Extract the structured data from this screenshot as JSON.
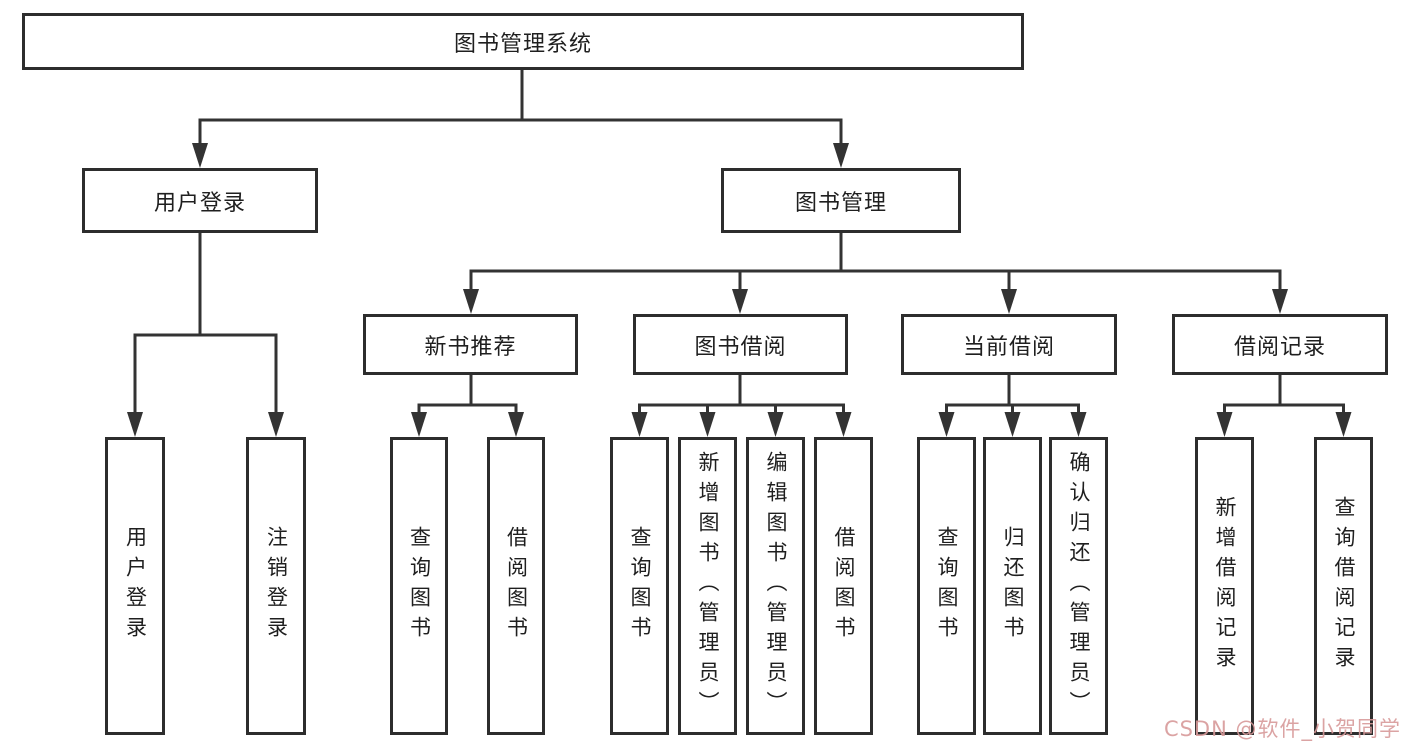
{
  "tree": {
    "root": "图书管理系统",
    "level2": [
      {
        "label": "用户登录",
        "children": [
          "用户登录",
          "注销登录"
        ]
      },
      {
        "label": "图书管理"
      }
    ],
    "level3": [
      {
        "label": "新书推荐",
        "children": [
          "查询图书",
          "借阅图书"
        ]
      },
      {
        "label": "图书借阅",
        "children": [
          "查询图书",
          "新增图书（管理员）",
          "编辑图书（管理员）",
          "借阅图书"
        ]
      },
      {
        "label": "当前借阅",
        "children": [
          "查询图书",
          "归还图书",
          "确认归还（管理员）"
        ]
      },
      {
        "label": "借阅记录",
        "children": [
          "新增借阅记录",
          "查询借阅记录"
        ]
      }
    ]
  },
  "watermark": {
    "text": "CSDN @软件_小贺同学",
    "color": "#d89a9a"
  },
  "colors": {
    "line": "#333333",
    "box_border": "#2d2d2d",
    "text": "#1f1f1f",
    "background": "#ffffff"
  }
}
